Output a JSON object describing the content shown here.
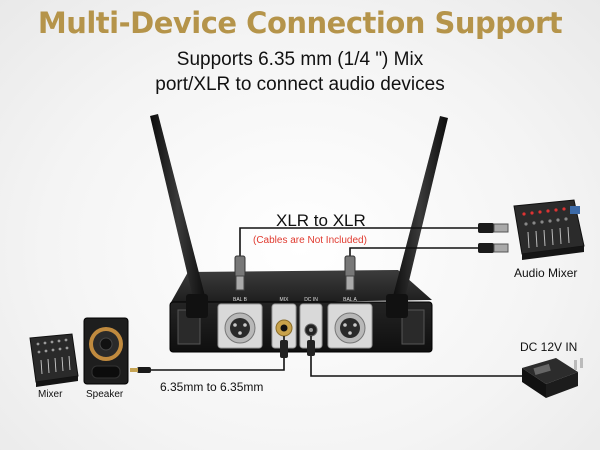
{
  "header": {
    "title": "Multi-Device Connection Support",
    "subtitle_line1": "Supports 6.35 mm (1/4 \") Mix",
    "subtitle_line2": "port/XLR to connect audio devices"
  },
  "labels": {
    "xlr_cable": "XLR to XLR",
    "cables_note": "(Cables are Not Included)",
    "audio_mixer": "Audio Mixer",
    "dc_in": "DC 12V IN",
    "mixer": "Mixer",
    "speaker": "Speaker",
    "jack_cable": "6.35mm to 6.35mm"
  },
  "device_panel": {
    "port_bal_b": "BAL B",
    "port_mix": "MIX",
    "port_dc_in": "DC IN",
    "port_bal_a": "BAL A"
  },
  "colors": {
    "title": "#b5944a",
    "note_red": "#e03a2f",
    "device": "#1c1c1c"
  }
}
